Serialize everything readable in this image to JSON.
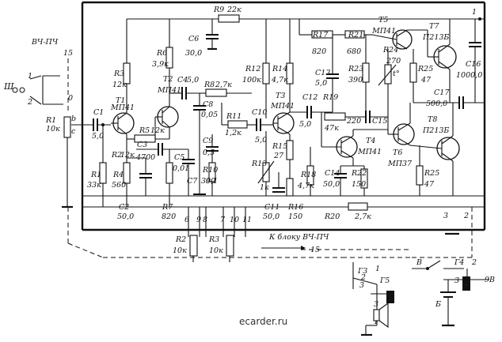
{
  "labels": {
    "vch_top": "ВЧ-ПЧ",
    "k_bloku": "К блоку ВЧ-ПЧ",
    "term_sh": "Ш",
    "term_1": "1",
    "term_2": "2",
    "term_3": "3",
    "term_15": "15",
    "term_15b": "15",
    "term_0": "0",
    "term_b": "b",
    "term_c": "c",
    "term_6": "6",
    "term_7": "7",
    "term_8": "8",
    "term_9": "9",
    "term_10": "10",
    "term_11": "11",
    "top_1": "1",
    "bot_3": "3",
    "bot_2": "2",
    "G3": "Г3",
    "G5": "Г5",
    "G4": "Г4",
    "B_switch": "В",
    "B_batt": "Б",
    "v9": "9В",
    "g_1": "1",
    "g_2": "2",
    "g_3": "3",
    "g4_2": "2",
    "g4_3": "3",
    "sp_3": "3",
    "sp_1": "1"
  },
  "components": {
    "R1": "R1",
    "R1v": "33к",
    "R2": "R2",
    "R2v": "10к",
    "R3": "R3",
    "R3v": "12к",
    "R4": "R4",
    "R4v": "560",
    "R5": "R5",
    "R5v": "12к",
    "R6": "R6",
    "R6v": "3,9к",
    "R7": "R7",
    "R7v": "820",
    "R8": "R8",
    "R8v": "2,7к",
    "R9": "R9",
    "R9v": "22к",
    "R10": "R10",
    "R10v": "390",
    "R11": "R11",
    "R11v": "1,2к",
    "R12": "R12",
    "R12v": "100к",
    "R13": "R13",
    "R13v": "1к",
    "R14": "R14",
    "R14v": "4,7к",
    "R15": "R15",
    "R15v": "27",
    "R16": "R16",
    "R16v": "150",
    "R17": "R17",
    "R17v": "820",
    "R18": "R18",
    "R18v": "4,7к",
    "R19": "R19",
    "R19v": "47к",
    "R20": "R20",
    "R20v": "2,7к",
    "R21": "R21",
    "R21v": "680",
    "R22": "R22",
    "R22v": "150",
    "R23": "R23",
    "R23v": "390",
    "R24": "R24",
    "R24v": "270",
    "R24t": "t°",
    "R25a": "R25",
    "R25av": "47",
    "R25b": "R25",
    "R25bv": "47",
    "R3b": "R3",
    "R3bv": "10к",
    "Rd12": "R2",
    "Rd12v": "12к",
    "C1": "C1",
    "C1v": "5,0",
    "C2": "C2",
    "C2v": "50,0",
    "C3": "C3",
    "C3v": "4700",
    "C4": "C4",
    "C4v": "5,0",
    "C5": "C5",
    "C5v": "0,01",
    "C6": "C6",
    "C6v": "30,0",
    "C7": "C7",
    "C7v": "0,1",
    "C8": "C8",
    "C8v": "0,05",
    "C9": "C9",
    "C9v": "0,5",
    "C10": "C10",
    "C10v": "5,0",
    "C11": "C11",
    "C11v": "50,0",
    "C12": "C12",
    "C12v": "5,0",
    "C13": "C13",
    "C13v": "5,0",
    "C14": "C14",
    "C14v": "50,0",
    "C15": "C15",
    "C15v": "220",
    "C16": "C16",
    "C16v": "1000,0",
    "C17": "C17",
    "C17v": "500,0",
    "T1": "T1",
    "T1t": "МП41",
    "T2": "T2",
    "T2t": "МП41",
    "T3": "T3",
    "T3t": "МП41",
    "T4": "T4",
    "T4t": "МП41",
    "T5": "T5",
    "T5t": "МП41",
    "T6": "T6",
    "T6t": "МП37",
    "T7": "T7",
    "T7t": "П213Б",
    "T8": "T8",
    "T8t": "П213Б",
    "R1in": "R1",
    "R1inv": "10к"
  },
  "watermark": "ecarder.ru"
}
